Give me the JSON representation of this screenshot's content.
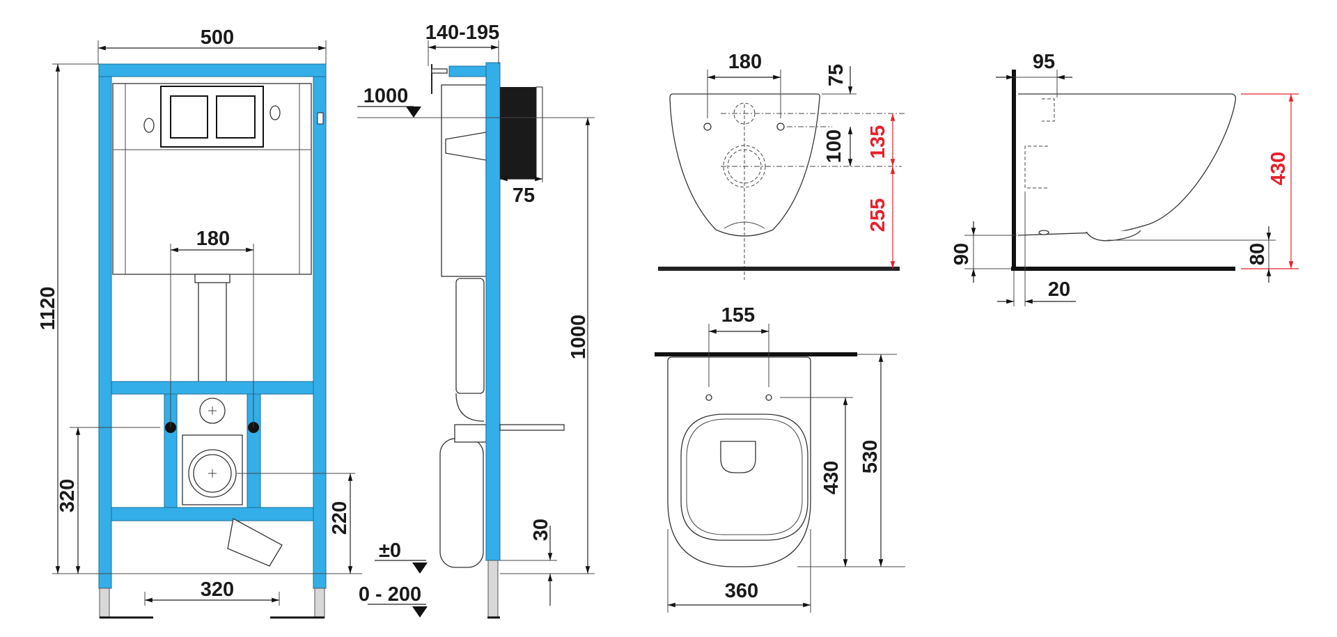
{
  "colors": {
    "frame_blue": "#33aee8",
    "dimension_red": "#e8202a",
    "line": "#222222"
  },
  "frame_front": {
    "width": "500",
    "height": "1120",
    "pipe_spacing": "180",
    "bolt_height": "320",
    "outlet_height": "220",
    "foot_spacing": "320"
  },
  "frame_side": {
    "depth": "140-195",
    "level_1000": "1000",
    "plate_depth": "75",
    "height_1000": "1000",
    "offset_30": "30",
    "level_zero": "±0",
    "adjust": "0 - 200"
  },
  "bowl_front": {
    "bolt_spacing": "180",
    "top_offset": "75",
    "hole_spacing": "100",
    "outlet_height": "135",
    "outlet_to_floor": "255"
  },
  "bowl_side": {
    "inlet_depth": "95",
    "total_height": "430",
    "base_90": "90",
    "base_80": "80",
    "wall_gap": "20"
  },
  "bowl_top": {
    "bolt_spacing": "155",
    "length_430": "430",
    "length_530": "530",
    "width": "360"
  }
}
